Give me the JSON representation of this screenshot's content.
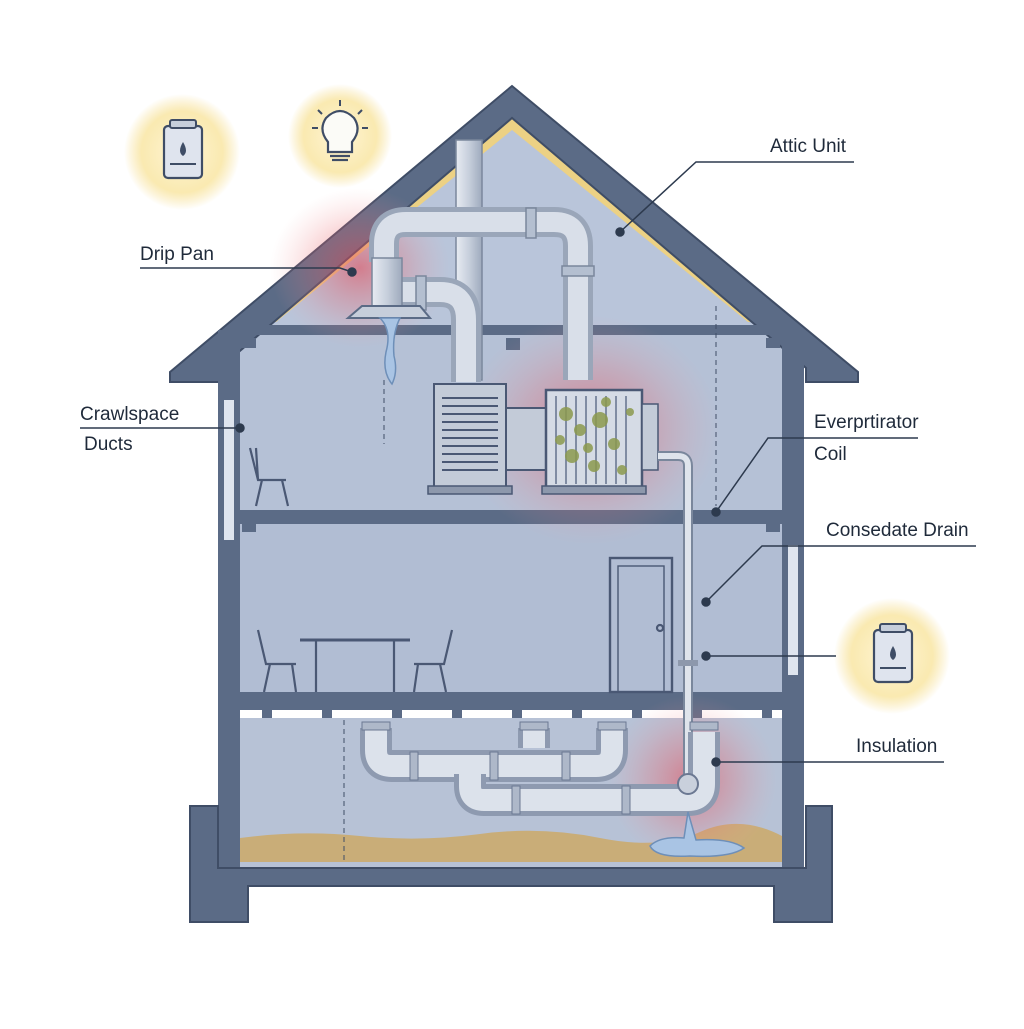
{
  "labels": {
    "attic_unit": "Attic Unit",
    "drip_pan": "Drip Pan",
    "crawlspace": "Crawlspace",
    "ducts": "Ducts",
    "evaporator": "Everprtirator",
    "coil": "Coil",
    "condensate_drain": "Consedate Drain",
    "insulation": "Insulation"
  },
  "icons": {
    "top_left": "dehumidifier-icon",
    "top_middle": "lightbulb-icon",
    "right": "dehumidifier-icon"
  },
  "colors": {
    "wall_frame": "#5b6b86",
    "interior_fill": "#b7c3d8",
    "attic_fill": "#b9c5da",
    "insulation": "#f2d27a",
    "problem_glow": "#e8434f",
    "icon_glow": "#f7e2a0",
    "water": "#a9c4e4",
    "ground": "#c9ad78"
  }
}
